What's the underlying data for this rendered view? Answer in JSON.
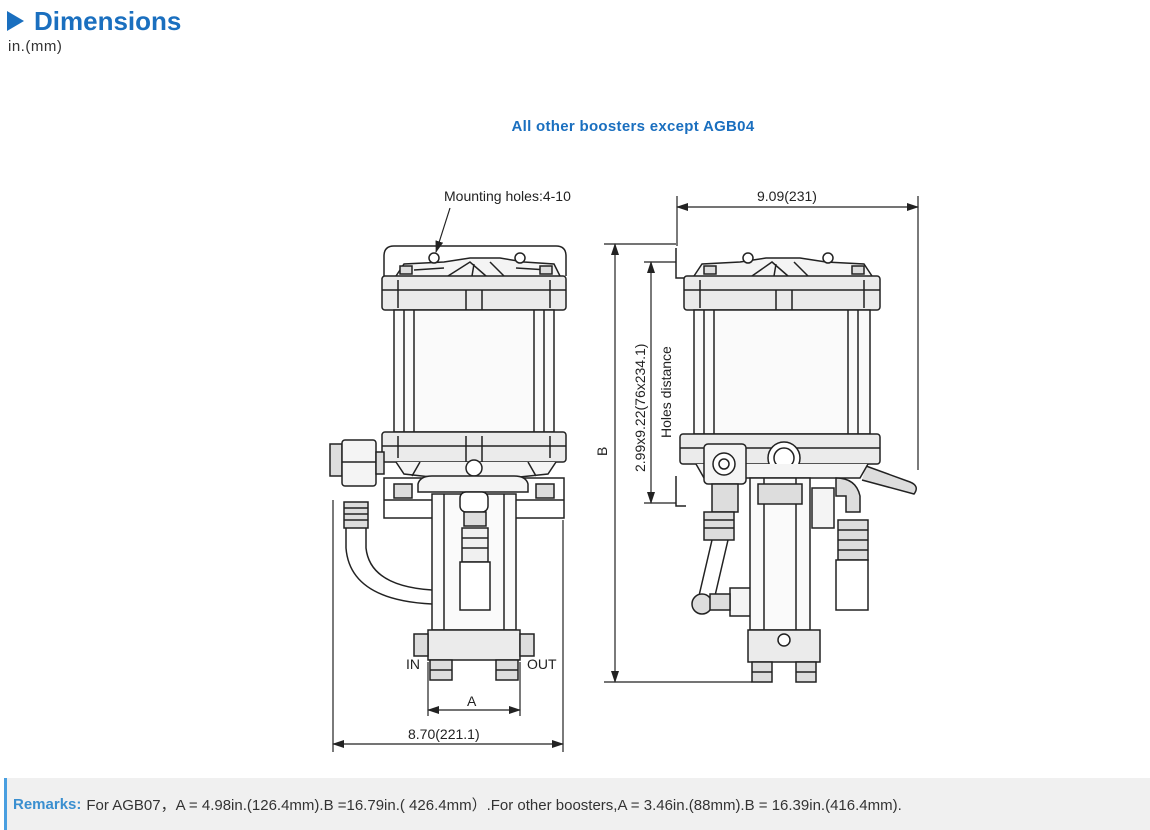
{
  "header": {
    "title": "Dimensions",
    "unit": "in.(mm)"
  },
  "subtitle": "All other boosters except AGB04",
  "labels": {
    "mounting_holes": "Mounting holes:4-10",
    "width_right": "9.09(231)",
    "height_b": "B",
    "holes_size": "2.99x9.22(76x234.1)",
    "holes_distance": "Holes distance",
    "port_in": "IN",
    "port_out": "OUT",
    "dim_a": "A",
    "width_bottom": "8.70(221.1)"
  },
  "remarks": {
    "label": "Remarks:",
    "text": "For AGB07，A = 4.98in.(126.4mm).B =16.79in.( 426.4mm）.For other boosters,A = 3.46in.(88mm).B = 16.39in.(416.4mm)."
  }
}
